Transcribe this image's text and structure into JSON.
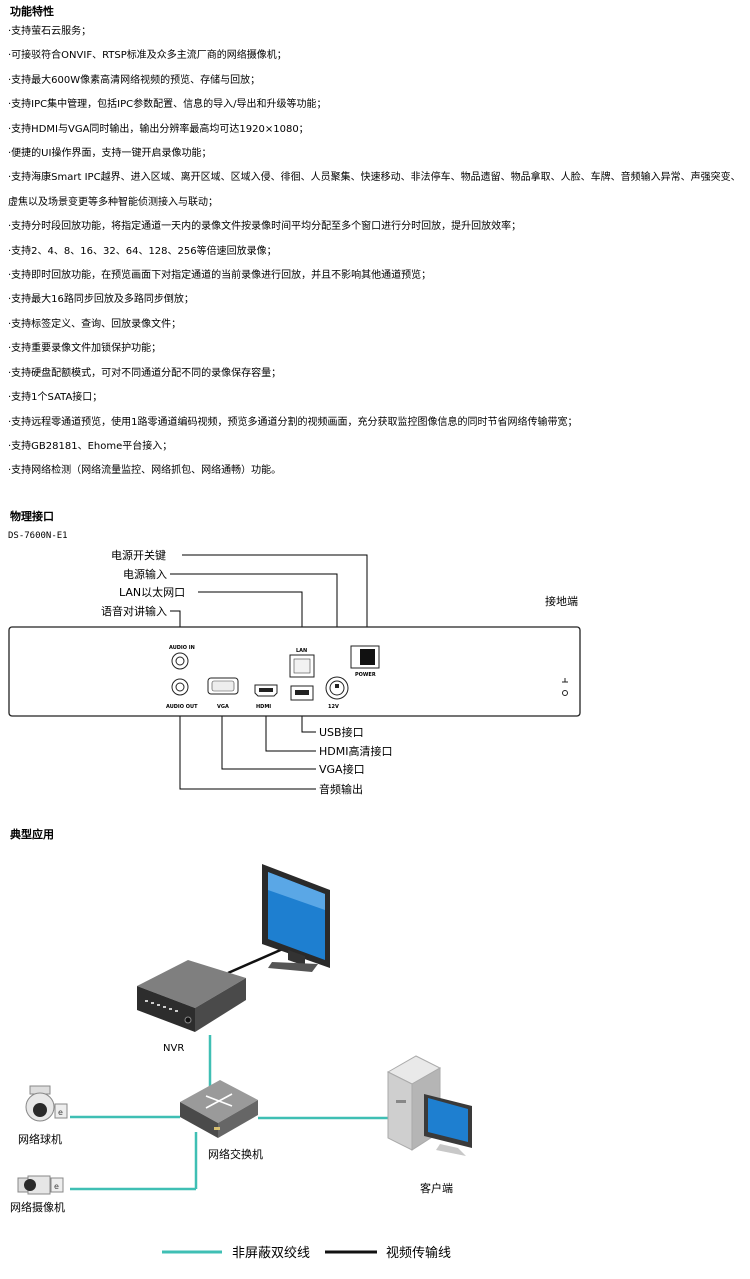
{
  "sections": {
    "features_title": "功能特性",
    "interfaces_title": "物理接口",
    "application_title": "典型应用"
  },
  "features": [
    "·支持萤石云服务；",
    "·可接驳符合ONVIF、RTSP标准及众多主流厂商的网络摄像机；",
    "·支持最大600W像素高清网络视频的预览、存储与回放；",
    "·支持IPC集中管理，包括IPC参数配置、信息的导入/导出和升级等功能；",
    "·支持HDMI与VGA同时输出，输出分辨率最高均可达1920×1080；",
    "·便捷的UI操作界面，支持一键开启录像功能；",
    "·支持海康Smart IPC越界、进入区域、离开区域、区域入侵、徘徊、人员聚集、快速移动、非法停车、物品遗留、物品拿取、人脸、车牌、音频输入异常、声强突变、虚焦以及场景变更等多种智能侦测接入与联动；",
    "·支持分时段回放功能，将指定通道一天内的录像文件按录像时间平均分配至多个窗口进行分时回放，提升回放效率；",
    "·支持2、4、8、16、32、64、128、256等倍速回放录像；",
    "·支持即时回放功能，在预览画面下对指定通道的当前录像进行回放，并且不影响其他通道预览；",
    "·支持最大16路同步回放及多路同步倒放；",
    "·支持标签定义、查询、回放录像文件；",
    "·支持重要录像文件加锁保护功能；",
    "·支持硬盘配额模式，可对不同通道分配不同的录像保存容量；",
    "·支持1个SATA接口；",
    "·支持远程零通道预览，使用1路零通道编码视频，预览多通道分割的视频画面，充分获取监控图像信息的同时节省网络传输带宽；",
    "·支持GB28181、Ehome平台接入；",
    "·支持网络检测（网络流量监控、网络抓包、网络通畅）功能。"
  ],
  "panel": {
    "model": "DS-7600N-E1",
    "callouts": {
      "power_switch": "电源开关键",
      "power_input": "电源输入",
      "lan": "LAN以太网口",
      "audio_in": "语音对讲输入",
      "ground": "接地端",
      "usb": "USB接口",
      "hdmi": "HDMI高清接口",
      "vga": "VGA接口",
      "audio_out": "音频输出"
    },
    "port_labels": {
      "audio_in": "AUDIO IN",
      "audio_out": "AUDIO OUT",
      "vga": "VGA",
      "hdmi": "HDMI",
      "lan": "LAN",
      "power": "POWER",
      "dc": "12V"
    }
  },
  "topology": {
    "nvr": "NVR",
    "dome_camera": "网络球机",
    "switch": "网络交换机",
    "client": "客户端",
    "camera": "网络摄像机"
  },
  "legend": {
    "utp": "非屏蔽双绞线",
    "video": "视频传输线"
  },
  "colors": {
    "utp_line": "#3fbfb4",
    "screen_blue": "#1e7fd0"
  }
}
